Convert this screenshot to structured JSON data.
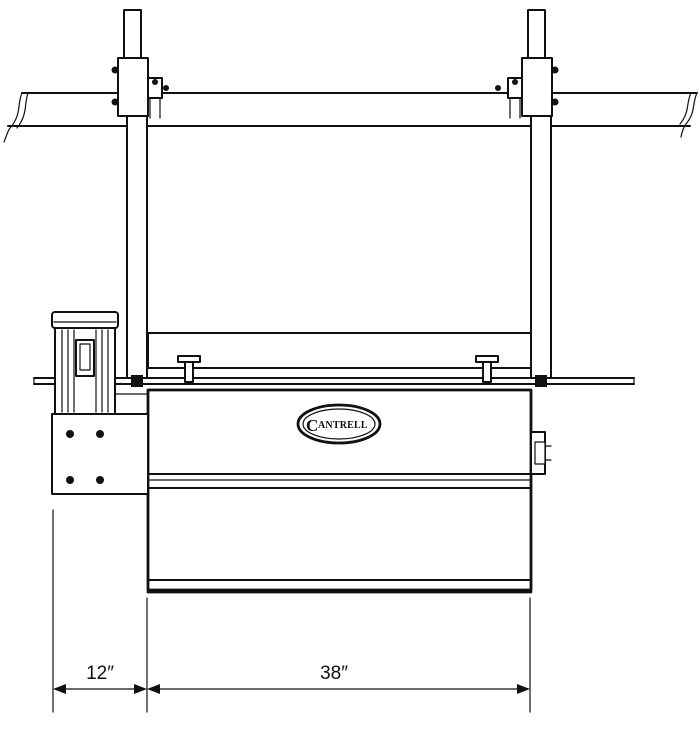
{
  "diagram": {
    "logo": {
      "initial": "C",
      "rest": "ANTRELL"
    },
    "dimensions": [
      {
        "label": "12″"
      },
      {
        "label": "38″"
      }
    ]
  }
}
